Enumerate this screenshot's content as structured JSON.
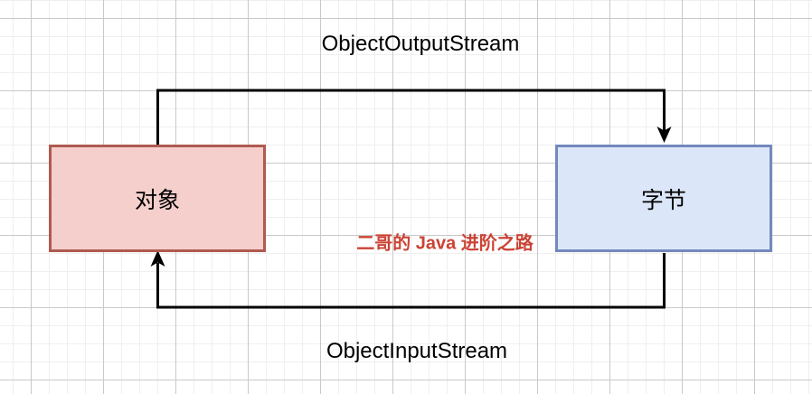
{
  "diagram": {
    "top_flow_label": "ObjectOutputStream",
    "bottom_flow_label": "ObjectInputStream",
    "watermark_text": "二哥的 Java 进阶之路",
    "watermark_color": "#cb4335",
    "connector_color": "#000000",
    "object_box": {
      "label": "对象",
      "fill": "#f4cfcc",
      "stroke": "#b05a52"
    },
    "byte_box": {
      "label": "字节",
      "fill": "#dbe7f8",
      "stroke": "#7389bd"
    }
  }
}
